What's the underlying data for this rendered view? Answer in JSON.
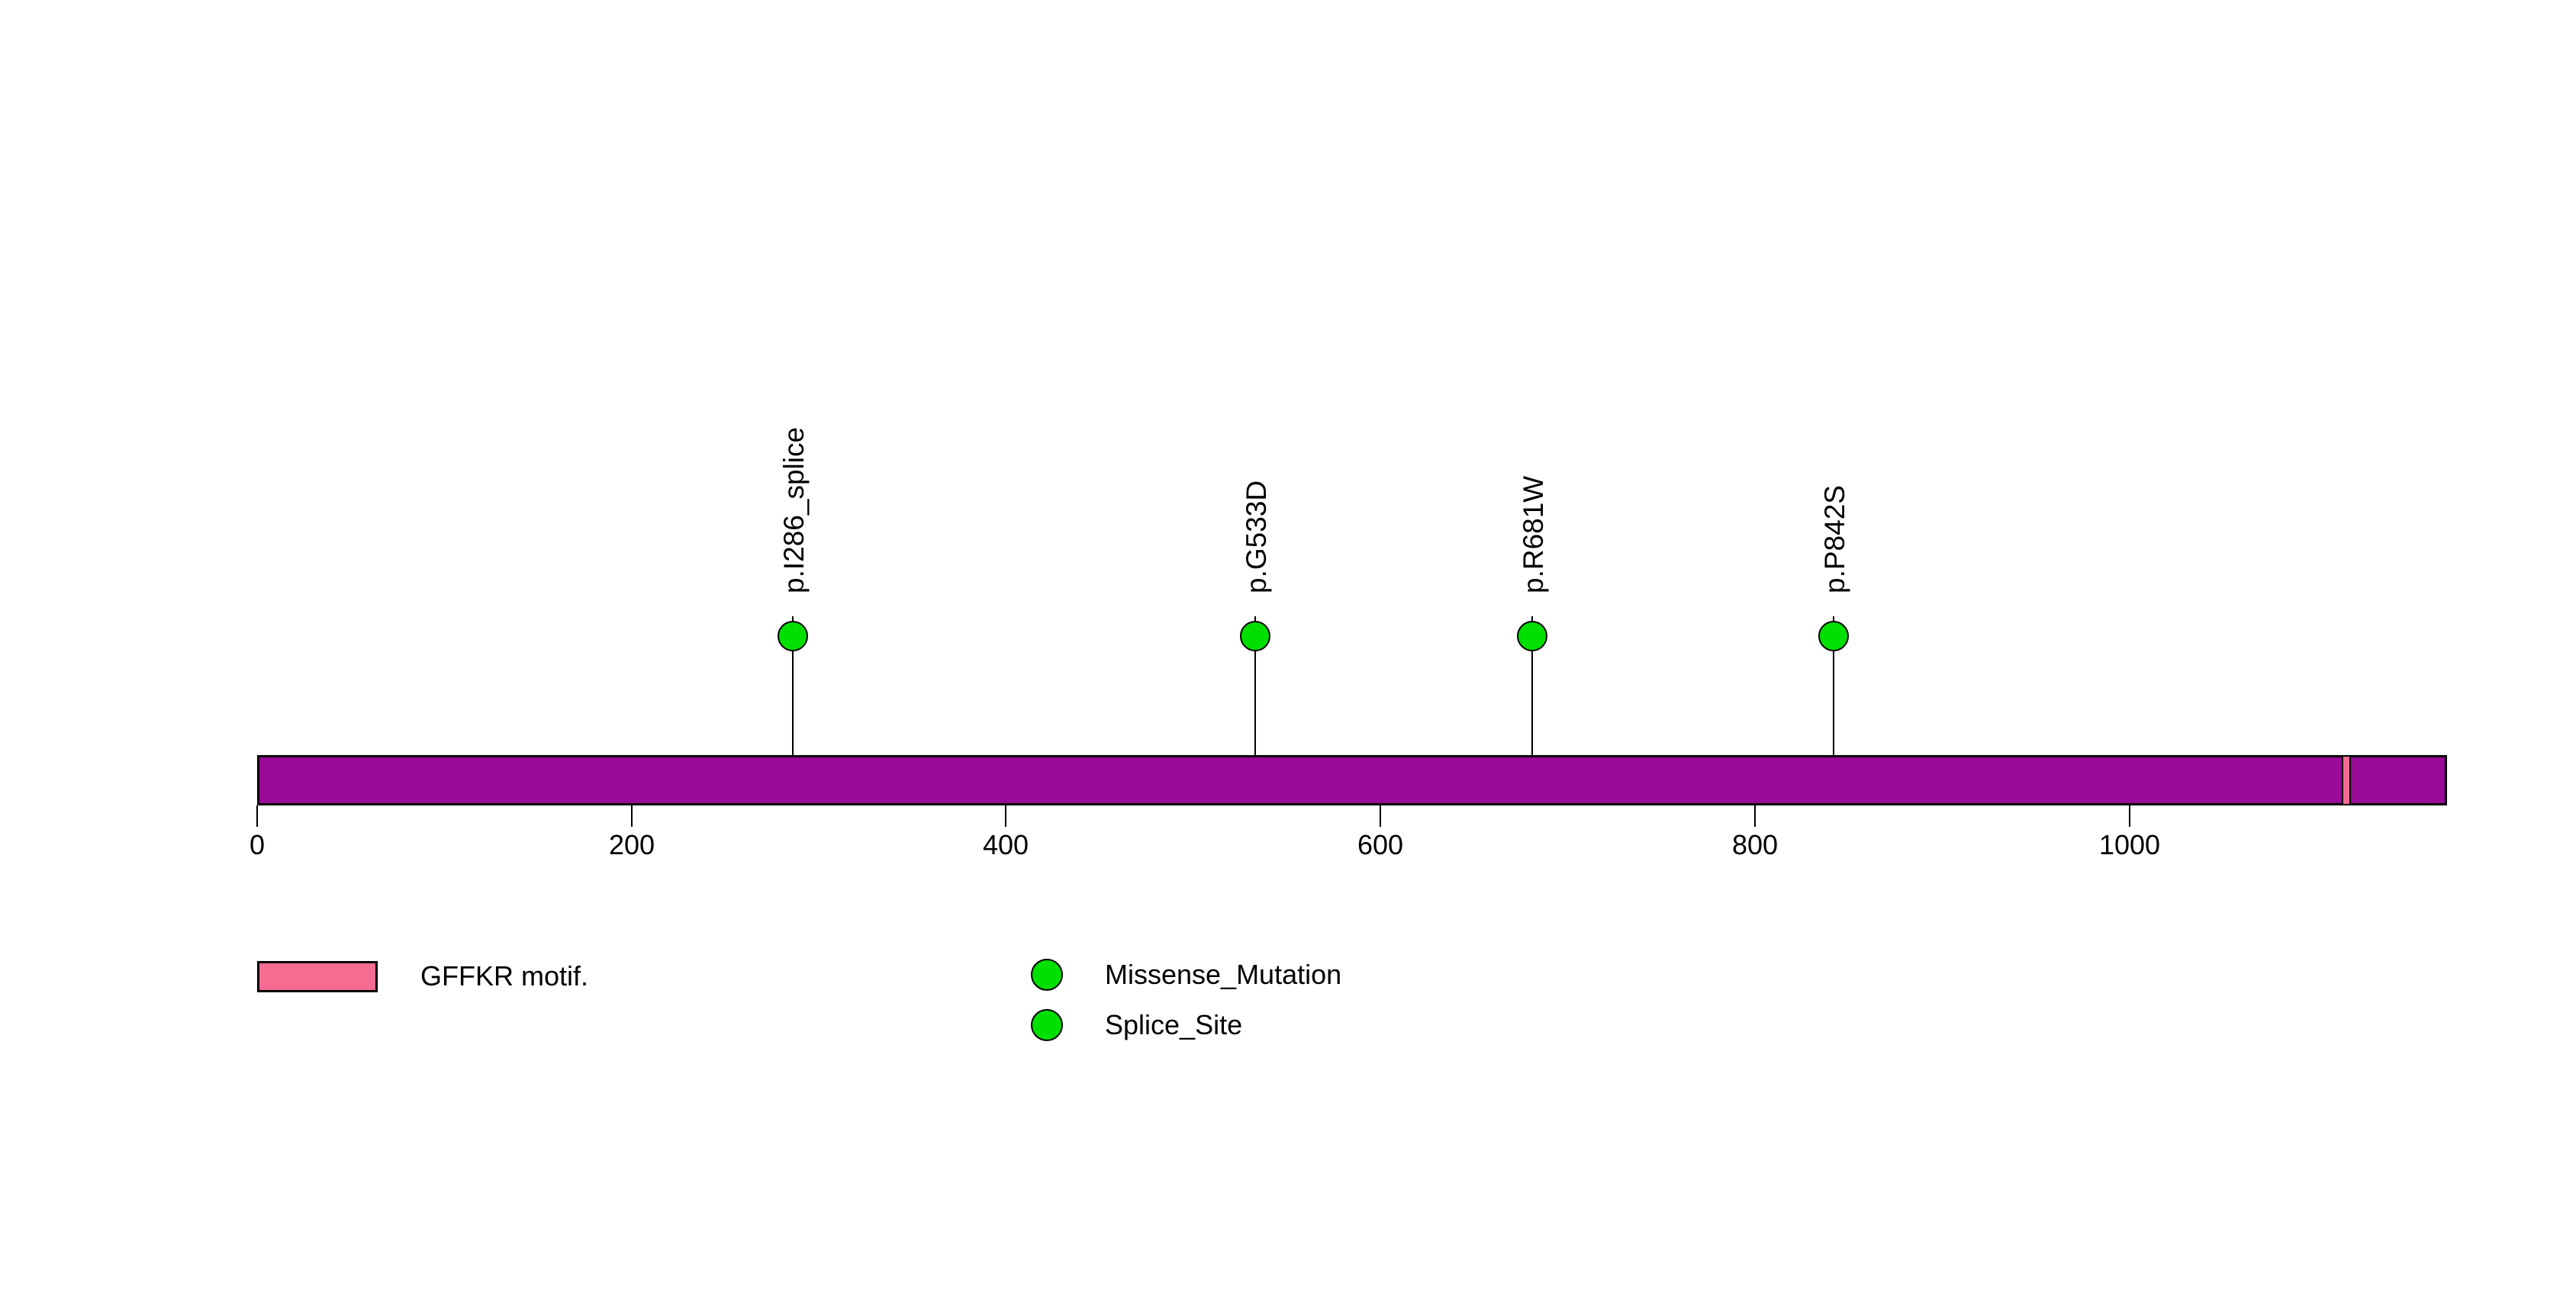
{
  "chart_data": {
    "type": "lollipop",
    "title": "",
    "xlabel": "",
    "axis": {
      "min": 0,
      "max": 1170,
      "ticks": [
        0,
        200,
        400,
        600,
        800,
        1000
      ],
      "tick_labels": [
        "0",
        "200",
        "400",
        "600",
        "800",
        "1000"
      ]
    },
    "protein": {
      "length": 1170,
      "backbone_color": "#990A99",
      "outline_color": "#000000"
    },
    "domains": [
      {
        "name": "GFFKR motif.",
        "start": 1113,
        "end": 1118,
        "color": "#F46C91"
      }
    ],
    "mutations": [
      {
        "label": "p.I286_splice",
        "position": 286,
        "type": "Splice_Site",
        "color": "#00E000"
      },
      {
        "label": "p.G533D",
        "position": 533,
        "type": "Missense_Mutation",
        "color": "#00E000"
      },
      {
        "label": "p.R681W",
        "position": 681,
        "type": "Missense_Mutation",
        "color": "#00E000"
      },
      {
        "label": "p.P842S",
        "position": 842,
        "type": "Missense_Mutation",
        "color": "#00E000"
      }
    ],
    "legend": [
      {
        "label": "GFFKR motif.",
        "swatch": "rect",
        "color": "#F46C91"
      },
      {
        "label": "Missense_Mutation",
        "swatch": "circle",
        "color": "#00E000"
      },
      {
        "label": "Splice_Site",
        "swatch": "circle",
        "color": "#00E000"
      }
    ],
    "layout_hints": {
      "grid": false,
      "legend_position": "bottom",
      "marker_shape": "circle",
      "label_rotation_degrees": 90
    }
  }
}
